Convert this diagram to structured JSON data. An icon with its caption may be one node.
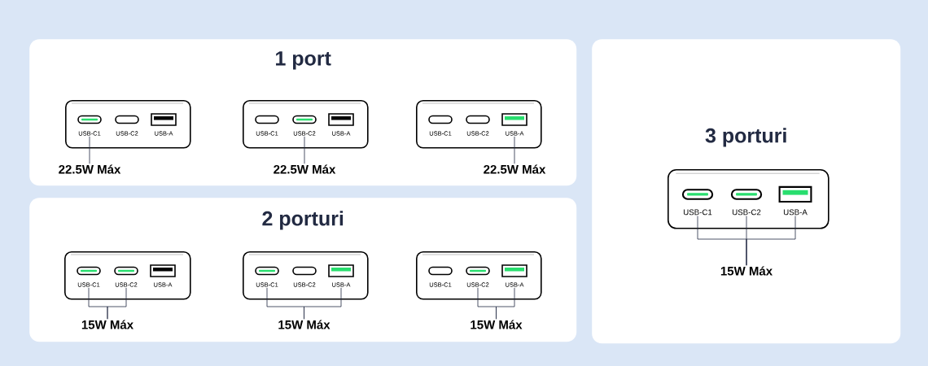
{
  "diagram": {
    "nodes": [
      {
        "text": [
          "1 port"
        ]
      },
      {
        "text": [],
        "shape": "box",
        "in": 0
      },
      {
        "text": [
          "USB-C1"
        ],
        "in": 1
      },
      {
        "text": [
          "USB-C2"
        ],
        "in": 1
      },
      {
        "text": [
          "USB-A"
        ],
        "in": 1
      },
      {
        "text": [
          "22.5W Máx"
        ],
        "in": 0
      },
      {
        "text": [],
        "shape": "box",
        "in": 0
      },
      {
        "text": [
          "USB-C1"
        ],
        "in": 6
      },
      {
        "text": [
          "USB-C2"
        ],
        "in": 6
      },
      {
        "text": [
          "USB-A"
        ],
        "in": 6
      },
      {
        "text": [
          "22.5W Máx"
        ],
        "in": 0
      },
      {
        "text": [],
        "shape": "box",
        "in": 0
      },
      {
        "text": [
          "USB-C1"
        ],
        "in": 11
      },
      {
        "text": [
          "USB-C2"
        ],
        "in": 11
      },
      {
        "text": [
          "USB-A"
        ],
        "in": 11
      },
      {
        "text": [
          "22.5W Máx"
        ],
        "in": 0
      },
      {
        "text": [
          "2 porturi"
        ]
      },
      {
        "text": [],
        "shape": "box",
        "in": 16
      },
      {
        "text": [
          "USB-C1"
        ],
        "in": 17
      },
      {
        "text": [
          "USB-C2"
        ],
        "in": 17
      },
      {
        "text": [
          "USB-A"
        ],
        "in": 17
      },
      {
        "text": [
          "15W Máx"
        ],
        "in": 16
      },
      {
        "text": [],
        "shape": "box",
        "in": 16
      },
      {
        "text": [
          "USB-C1"
        ],
        "in": 22
      },
      {
        "text": [
          "USB-C2"
        ],
        "in": 22
      },
      {
        "text": [
          "USB-A"
        ],
        "in": 22
      },
      {
        "text": [
          "15W Máx"
        ],
        "in": 16
      },
      {
        "text": [],
        "shape": "box",
        "in": 16
      },
      {
        "text": [
          "USB-C1"
        ],
        "in": 27
      },
      {
        "text": [
          "USB-C2"
        ],
        "in": 27
      },
      {
        "text": [
          "USB-A"
        ],
        "in": 27
      },
      {
        "text": [
          "15W Máx"
        ],
        "in": 16
      },
      {
        "text": [
          "3 porturi"
        ]
      },
      {
        "text": [],
        "shape": "box",
        "in": 32
      },
      {
        "text": [
          "USB-C1"
        ],
        "in": 33
      },
      {
        "text": [
          "USB-C2"
        ],
        "in": 33
      },
      {
        "text": [
          "USB-A"
        ],
        "in": 33
      },
      {
        "text": [
          "15W Máx"
        ],
        "in": 32
      }
    ],
    "edges": [
      {
        "from": 2,
        "to": 5,
        "arrow": "none"
      },
      {
        "from": 8,
        "to": 10,
        "arrow": "none"
      },
      {
        "from": 14,
        "to": 15,
        "arrow": "none"
      },
      {
        "from": 18,
        "to": 21,
        "arrow": "none"
      },
      {
        "from": 19,
        "to": 21,
        "arrow": "none"
      },
      {
        "from": 23,
        "to": 26,
        "arrow": "none"
      },
      {
        "from": 25,
        "to": 26,
        "arrow": "none"
      },
      {
        "from": 29,
        "to": 31,
        "arrow": "none"
      },
      {
        "from": 30,
        "to": 31,
        "arrow": "none"
      },
      {
        "from": 34,
        "to": 37,
        "arrow": "none"
      },
      {
        "from": 35,
        "to": 37,
        "arrow": "none"
      },
      {
        "from": 36,
        "to": 37,
        "arrow": "none"
      }
    ]
  }
}
